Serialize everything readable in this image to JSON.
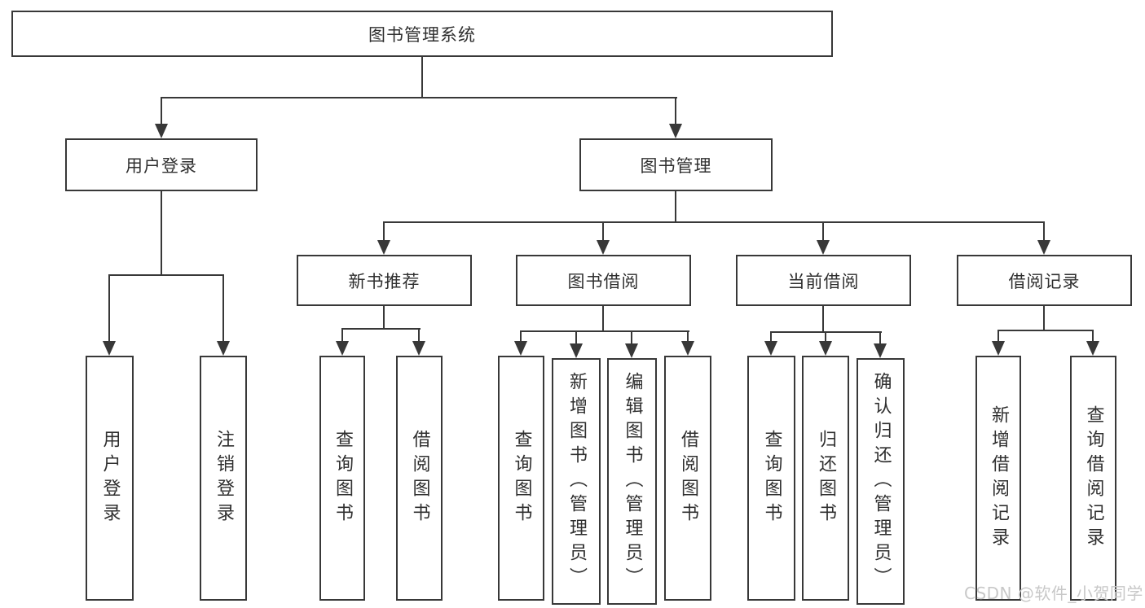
{
  "diagram": {
    "root": {
      "label": "图书管理系统"
    },
    "user_login": {
      "label": "用户登录",
      "children": [
        {
          "label": "用户登录"
        },
        {
          "label": "注销登录"
        }
      ]
    },
    "book_mgmt": {
      "label": "图书管理",
      "sections": [
        {
          "label": "新书推荐",
          "children": [
            {
              "label": "查询图书"
            },
            {
              "label": "借阅图书"
            }
          ]
        },
        {
          "label": "图书借阅",
          "children": [
            {
              "label": "查询图书"
            },
            {
              "label": "新增图书（管理员）"
            },
            {
              "label": "编辑图书（管理员）"
            },
            {
              "label": "借阅图书"
            }
          ]
        },
        {
          "label": "当前借阅",
          "children": [
            {
              "label": "查询图书"
            },
            {
              "label": "归还图书"
            },
            {
              "label": "确认归还（管理员）"
            }
          ]
        },
        {
          "label": "借阅记录",
          "children": [
            {
              "label": "新增借阅记录"
            },
            {
              "label": "查询借阅记录"
            }
          ]
        }
      ]
    }
  },
  "watermark": {
    "text": "CSDN @软件_小贺同学"
  },
  "colors": {
    "line": "#383838",
    "text": "#2f2f2f",
    "watermark": "#c8c8c8",
    "background": "#ffffff"
  }
}
